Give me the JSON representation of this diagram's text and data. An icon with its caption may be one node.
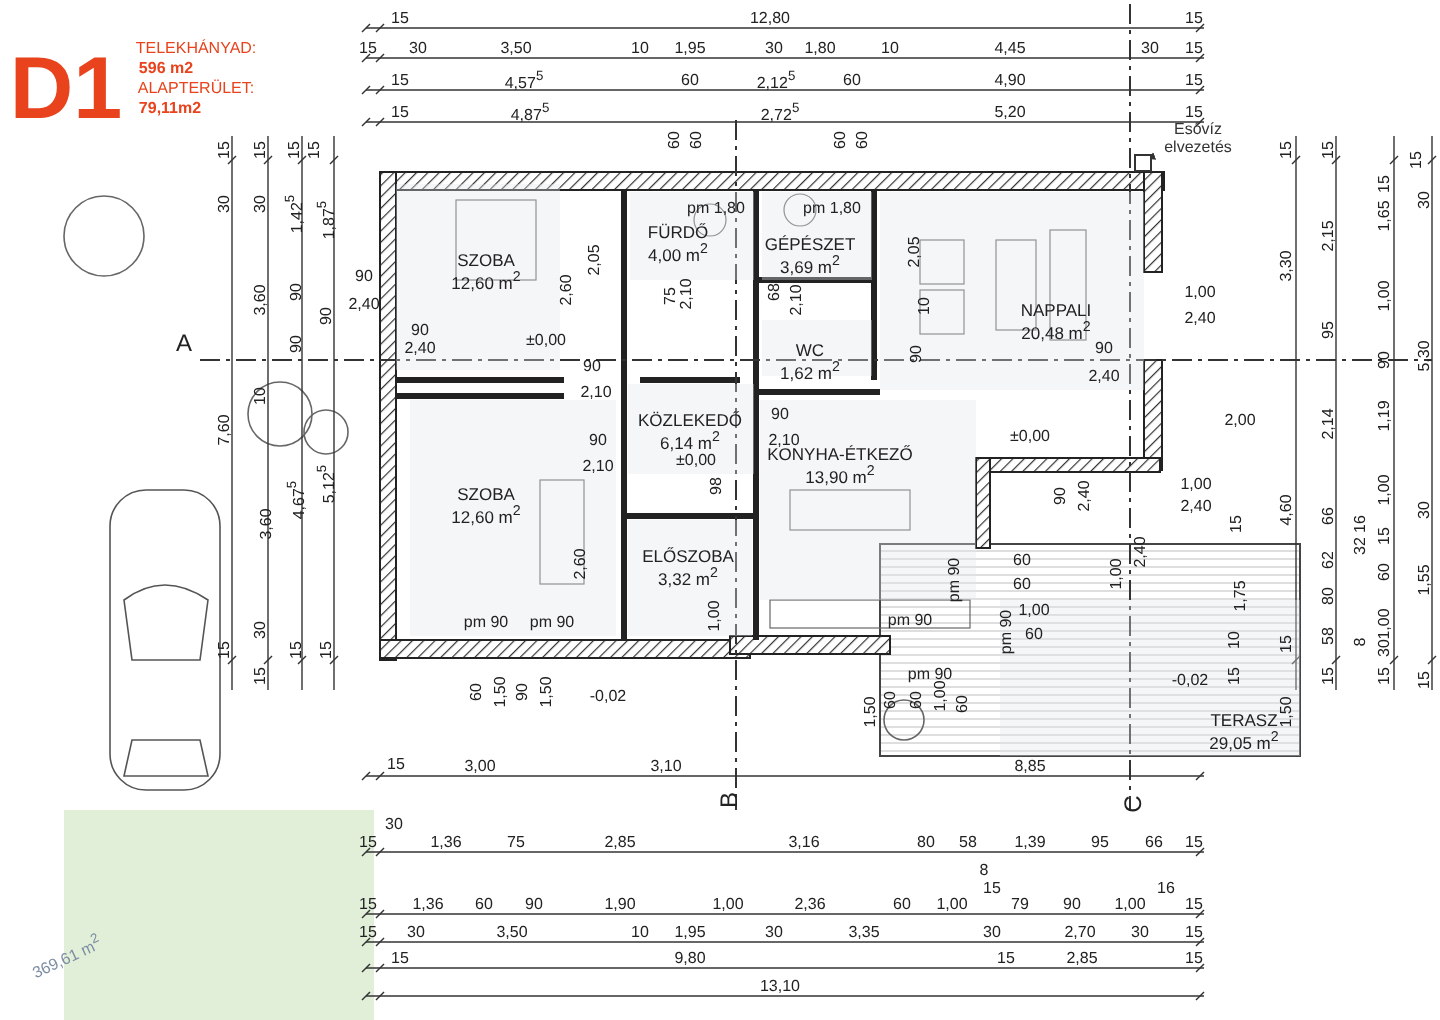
{
  "diagram": {
    "nodes": [
      {
        "text": [
          "SZOBA",
          "12,60 m$^{2}$"
        ]
      },
      {
        "text": [
          "FÜRDŐ",
          "4,00 m$^{2}$"
        ]
      },
      {
        "text": [
          "GÉPÉSZET",
          "3,69 m$^{2}$"
        ]
      },
      {
        "text": [
          "NAPPALI",
          "20,48 m$^{2}$"
        ]
      },
      {
        "text": [
          "WC",
          "1,62 m$^{2}$"
        ]
      },
      {
        "text": [
          "KÖZLEKEDŐ",
          "6,14 m$^{2}$"
        ]
      },
      {
        "text": [
          "SZOBA",
          "12,60 m$^{2}$"
        ]
      },
      {
        "text": [
          "ELŐSZOBA",
          "3,32 m$^{2}$"
        ]
      },
      {
        "text": [
          "KONYHA-ÉTKEZŐ",
          "13,90 m$^{2}$"
        ]
      },
      {
        "text": [
          "TERASZ",
          "29,05 m$^{2}$"
        ]
      },
      {
        "text": [
          "Esővíz elvezetés"
        ]
      },
      {
        "text": [],
        "shape": "box"
      }
    ],
    "edges": [
      {
        "from": 10,
        "to": 11,
        "arrow": "to"
      }
    ],
    "labels": [
      "D1",
      "TELEKHÁNYAD:",
      "596 m2",
      "ALAPTERÜLET:",
      "79,11m2",
      "15",
      "12,80",
      "15",
      "15",
      "30",
      "3,50",
      "10",
      "1,95",
      "30",
      "1,80",
      "10",
      "4,45",
      "30",
      "15",
      "15",
      "4,57$^{5}$",
      "60",
      "2,12$^{5}$",
      "60",
      "4,90",
      "15",
      "15",
      "4,87$^{5}$",
      "2,72$^{5}$",
      "5,20",
      "15",
      "60",
      "60",
      "60",
      "60",
      "15",
      "15",
      "15",
      "15",
      "30",
      "30",
      "1,42$^{5}$",
      "1,87$^{5}$",
      "90",
      "2,40",
      "3,60",
      "90",
      "90",
      "A",
      "90",
      "90",
      "2,40",
      "±0,00",
      "7,60",
      "10",
      "3,60",
      "4,67$^{5}$",
      "5,12$^{5}$",
      "15",
      "30",
      "15",
      "15",
      "15",
      "pm 1,80",
      "pm 1,80",
      "2,60",
      "2,05",
      "75",
      "2,10",
      "68",
      "2,10",
      "2,05",
      "10",
      "90",
      "1,00",
      "2,40",
      "90",
      "2,40",
      "90",
      "2,10",
      "90",
      "2,10",
      "90",
      "2,10",
      "±0,00",
      "98",
      "±0,00",
      "2,00",
      "90",
      "2,40",
      "1,00",
      "2,40",
      "1,00",
      "2,40",
      "15",
      "4,60",
      "60",
      "60",
      "pm 90",
      "pm 90",
      "pm 90",
      "1,00",
      "60",
      "1,75",
      "10",
      "15",
      "15",
      "pm 90",
      "-0,02",
      "1,50",
      "60",
      "60",
      "1,00",
      "60",
      "1,50",
      "pm 90",
      "pm 90",
      "2,60",
      "60",
      "1,50",
      "90",
      "1,50",
      "-0,02",
      "1,00",
      "15",
      "15",
      "15",
      "15",
      "30",
      "1,65",
      "2,15",
      "3,30",
      "1,00",
      "95",
      "90",
      "5,30",
      "2,14",
      "1,19",
      "1,00",
      "66",
      "16",
      "32",
      "15",
      "30",
      "62",
      "60",
      "80",
      "1,55",
      "1,00",
      "58",
      "8",
      "30",
      "15",
      "15",
      "15",
      "15",
      "3,00",
      "3,10",
      "8,85",
      "B",
      "C",
      "30",
      "15",
      "1,36",
      "75",
      "2,85",
      "3,16",
      "80",
      "58",
      "1,39",
      "95",
      "66",
      "15",
      "8",
      "15",
      "16",
      "15",
      "1,36",
      "60",
      "90",
      "1,90",
      "1,00",
      "2,36",
      "60",
      "1,00",
      "79",
      "90",
      "1,00",
      "15",
      "15",
      "30",
      "3,50",
      "10",
      "1,95",
      "30",
      "3,35",
      "30",
      "2,70",
      "30",
      "15",
      "15",
      "9,80",
      "15",
      "2,85",
      "15",
      "13,10",
      "369,61 m$^{2}$"
    ]
  }
}
